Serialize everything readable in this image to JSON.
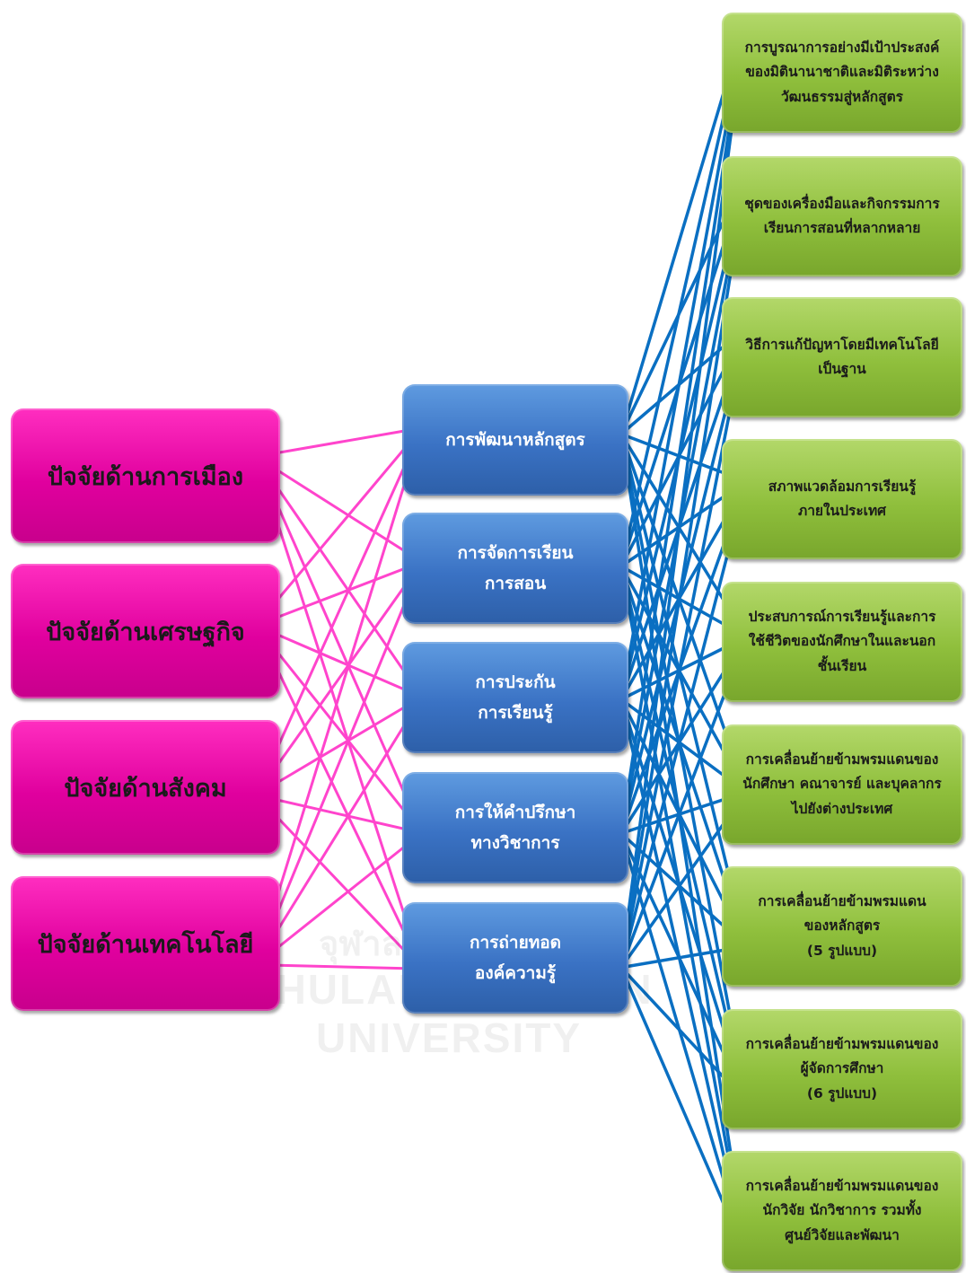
{
  "factors": [
    {
      "label": "ปัจจัยด้านการเมือง"
    },
    {
      "label": "ปัจจัยด้านเศรษฐกิจ"
    },
    {
      "label": "ปัจจัยด้านสังคม"
    },
    {
      "label": "ปัจจัยด้านเทคโนโลยี"
    }
  ],
  "components": [
    {
      "label": "การพัฒนาหลักสูตร"
    },
    {
      "label": "การจัดการเรียน\nการสอน"
    },
    {
      "label": "การประกัน\nการเรียนรู้"
    },
    {
      "label": "การให้คำปรึกษา\nทางวิชาการ"
    },
    {
      "label": "การถ่ายทอด\nองค์ความรู้"
    }
  ],
  "outcomes": [
    {
      "label": "การบูรณาการอย่างมีเป้าประสงค์\nของมิตินานาชาติและมิติระหว่าง\nวัฒนธรรมสู่หลักสูตร"
    },
    {
      "label": "ชุดของเครื่องมือและกิจกรรมการ\nเรียนการสอนที่หลากหลาย"
    },
    {
      "label": "วิธีการแก้ปัญหาโดยมีเทคโนโลยี\nเป็นฐาน"
    },
    {
      "label": "สภาพแวดล้อมการเรียนรู้\nภายในประเทศ"
    },
    {
      "label": "ประสบการณ์การเรียนรู้และการ\nใช้ชีวิตของนักศึกษาในและนอก\nชั้นเรียน"
    },
    {
      "label": "การเคลื่อนย้ายข้ามพรมแดนของ\nนักศึกษา คณาจารย์ และบุคลากร\nไปยังต่างประเทศ"
    },
    {
      "label": "การเคลื่อนย้ายข้ามพรมแดน\nของหลักสูตร\n(5 รูปแบบ)"
    },
    {
      "label": "การเคลื่อนย้ายข้ามพรมแดนของ\nผู้จัดการศึกษา\n(6 รูปแบบ)"
    },
    {
      "label": "การเคลื่อนย้ายข้ามพรมแดนของ\nนักวิจัย นักวิชาการ รวมทั้ง\nศูนย์วิจัยและพัฒนา"
    }
  ],
  "watermark": {
    "th": "จุฬาลงกรณ์",
    "en": "CHULALONGKORN UNIVERSITY"
  },
  "colors": {
    "left_links": "#ff44cc",
    "right_links": "#0a6fc2"
  }
}
